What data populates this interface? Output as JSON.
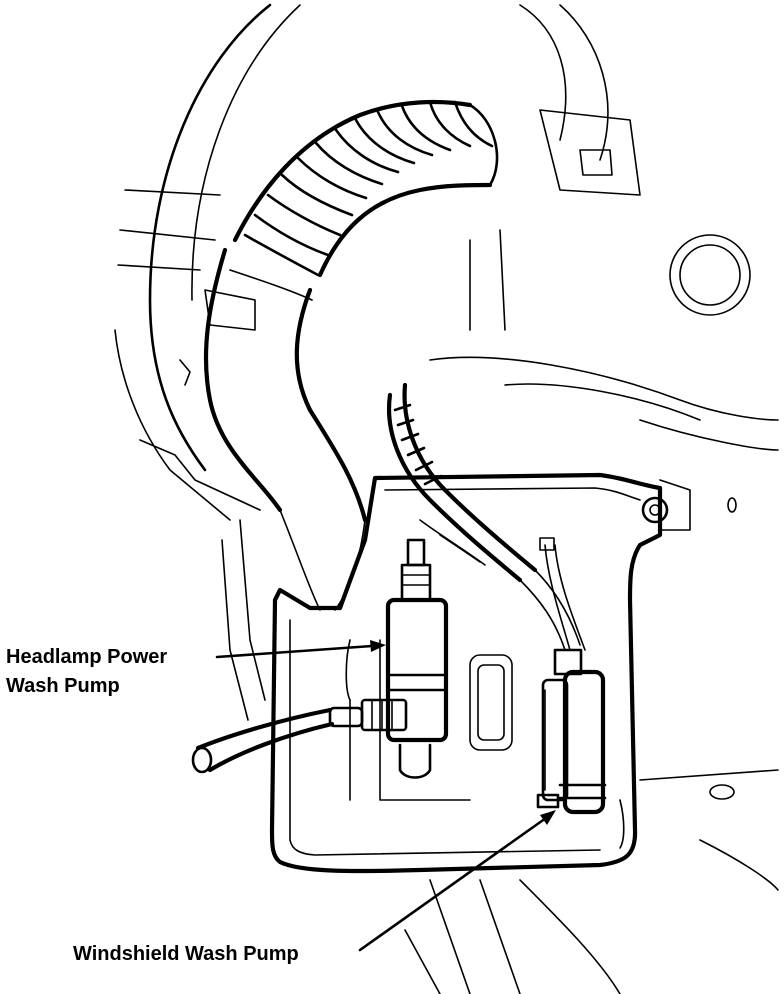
{
  "labels": {
    "headlamp_line1": "Headlamp Power",
    "headlamp_line2": "Wash Pump",
    "windshield": "Windshield Wash Pump"
  },
  "colors": {
    "ink": "#000000",
    "paper": "#ffffff"
  }
}
